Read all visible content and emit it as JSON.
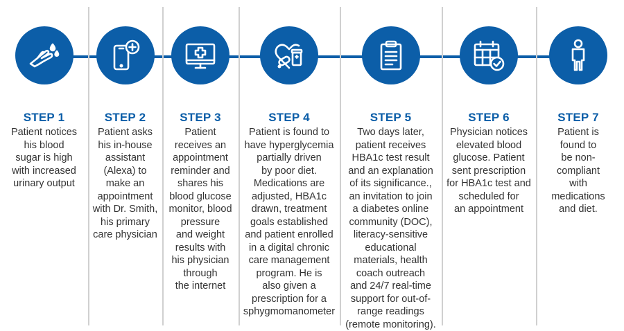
{
  "accent_color": "#0c5ea8",
  "steps": [
    {
      "title": "STEP 1",
      "icon": "hand-blood-drop-icon",
      "description": "Patient notices\nhis blood\nsugar is high\nwith increased\nurinary output"
    },
    {
      "title": "STEP 2",
      "icon": "smartphone-plus-icon",
      "description": "Patient asks\nhis in-house\nassistant\n(Alexa) to\nmake an\nappointment\nwith Dr. Smith,\nhis primary\ncare physician"
    },
    {
      "title": "STEP 3",
      "icon": "monitor-medical-cross-icon",
      "description": "Patient\nreceives an\nappointment\nreminder and\nshares his\nblood glucose\nmonitor, blood\npressure\nand weight\nresults with\nhis physician\nthrough\nthe internet"
    },
    {
      "title": "STEP 4",
      "icon": "heart-medication-icon",
      "description": "Patient is found to\nhave hyperglycemia\npartially driven\nby poor diet.\nMedications are\nadjusted, HBA1c\ndrawn, treatment\ngoals established\nand patient enrolled\nin a digital chronic\ncare management\nprogram. He is\nalso given a\nprescription for a\nsphygmomanometer"
    },
    {
      "title": "STEP 5",
      "icon": "clipboard-icon",
      "description": "Two days later,\npatient receives\nHBA1c test result\nand an explanation\nof its significance.,\nan invitation to join\na diabetes online\ncommunity (DOC),\nliteracy-sensitive\neducational\nmaterials, health\ncoach outreach\nand 24/7 real-time\nsupport for out-of-\nrange readings\n(remote monitoring)."
    },
    {
      "title": "STEP 6",
      "icon": "calendar-check-icon",
      "description": "Physician notices\nelevated blood\nglucose. Patient\nsent prescription\nfor HBA1c test and\nscheduled for\nan appointment"
    },
    {
      "title": "STEP 7",
      "icon": "person-icon",
      "description": "Patient is\nfound to\nbe non-\ncompliant\nwith\nmedications\nand diet."
    }
  ]
}
